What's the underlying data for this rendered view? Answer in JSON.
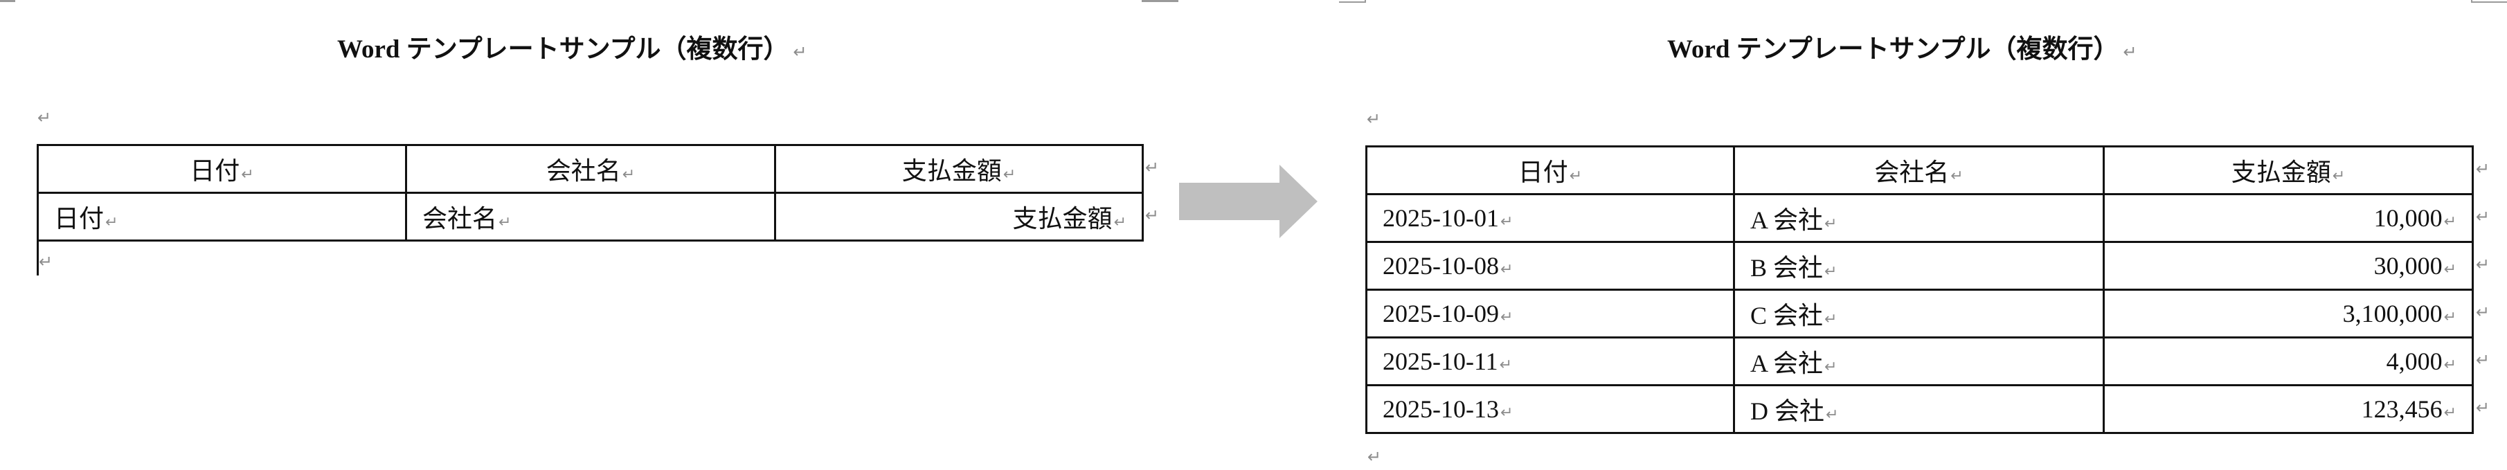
{
  "left_page": {
    "title": "Word テンプレートサンプル（複数行）",
    "table": {
      "headers": [
        "日付",
        "会社名",
        "支払金額"
      ],
      "rows": [
        [
          "日付",
          "会社名",
          "支払金額"
        ]
      ]
    }
  },
  "right_page": {
    "title": "Word テンプレートサンプル（複数行）",
    "table": {
      "headers": [
        "日付",
        "会社名",
        "支払金額"
      ],
      "rows": [
        [
          "2025-10-01",
          "A 会社",
          "10,000"
        ],
        [
          "2025-10-08",
          "B 会社",
          "30,000"
        ],
        [
          "2025-10-09",
          "C 会社",
          "3,100,000"
        ],
        [
          "2025-10-11",
          "A 会社",
          "4,000"
        ],
        [
          "2025-10-13",
          "D 会社",
          "123,456"
        ]
      ]
    }
  },
  "marks": {
    "paragraph": "↵"
  },
  "arrow": {
    "direction": "right",
    "color": "#BFBFBF"
  }
}
